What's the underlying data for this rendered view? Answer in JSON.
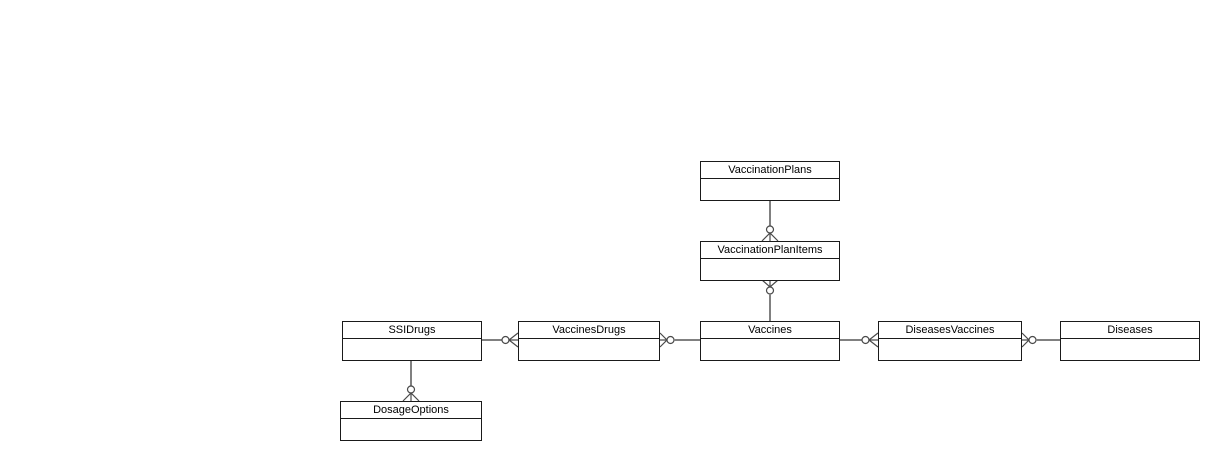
{
  "diagram": {
    "type": "entity-relationship",
    "background_color": "#ffffff",
    "entity_border_color": "#1a1a1a",
    "connector_color": "#808080",
    "marker_color": "#4a4a4a",
    "entities": [
      {
        "label": "VaccinationPlans"
      },
      {
        "label": "VaccinationPlanItems"
      },
      {
        "label": "Vaccines"
      },
      {
        "label": "SSIDrugs"
      },
      {
        "label": "VaccinesDrugs"
      },
      {
        "label": "DiseasesVaccines"
      },
      {
        "label": "Diseases"
      },
      {
        "label": "DosageOptions"
      }
    ],
    "relationships": [
      {
        "from": "VaccinationPlans",
        "to": "VaccinationPlanItems",
        "many_end": "VaccinationPlanItems",
        "cardinality": "one-to-zero-or-many",
        "marker": "circle-crows-foot"
      },
      {
        "from": "Vaccines",
        "to": "VaccinationPlanItems",
        "many_end": "VaccinationPlanItems",
        "cardinality": "one-to-zero-or-many",
        "marker": "circle-crows-foot"
      },
      {
        "from": "SSIDrugs",
        "to": "VaccinesDrugs",
        "many_end": "VaccinesDrugs",
        "cardinality": "one-to-zero-or-many",
        "marker": "circle-crows-foot"
      },
      {
        "from": "Vaccines",
        "to": "VaccinesDrugs",
        "many_end": "VaccinesDrugs",
        "cardinality": "one-to-zero-or-many",
        "marker": "circle-crows-foot"
      },
      {
        "from": "Vaccines",
        "to": "DiseasesVaccines",
        "many_end": "DiseasesVaccines",
        "cardinality": "one-to-zero-or-many",
        "marker": "circle-crows-foot"
      },
      {
        "from": "Diseases",
        "to": "DiseasesVaccines",
        "many_end": "DiseasesVaccines",
        "cardinality": "one-to-zero-or-many",
        "marker": "circle-crows-foot"
      },
      {
        "from": "SSIDrugs",
        "to": "DosageOptions",
        "many_end": "DosageOptions",
        "cardinality": "one-to-zero-or-many",
        "marker": "circle-crows-foot"
      }
    ]
  }
}
